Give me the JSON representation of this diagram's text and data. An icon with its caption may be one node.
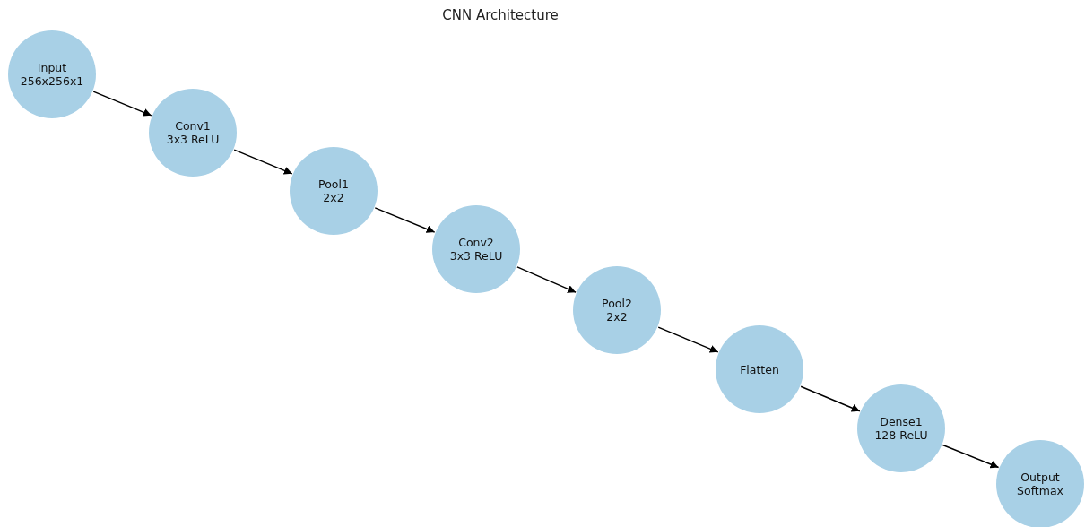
{
  "diagram": {
    "title": "CNN Architecture",
    "nodes": [
      {
        "text": [
          "Input",
          "256x256x1"
        ]
      },
      {
        "text": [
          "Conv1",
          "3x3 ReLU"
        ]
      },
      {
        "text": [
          "Pool1",
          "2x2"
        ]
      },
      {
        "text": [
          "Conv2",
          "3x3 ReLU"
        ]
      },
      {
        "text": [
          "Pool2",
          "2x2"
        ]
      },
      {
        "text": [
          "Flatten"
        ]
      },
      {
        "text": [
          "Dense1",
          "128 ReLU"
        ]
      },
      {
        "text": [
          "Output",
          "Softmax"
        ]
      }
    ],
    "edges": [
      {
        "from": 0,
        "to": 1,
        "arrow": "to"
      },
      {
        "from": 1,
        "to": 2,
        "arrow": "to"
      },
      {
        "from": 2,
        "to": 3,
        "arrow": "to"
      },
      {
        "from": 3,
        "to": 4,
        "arrow": "to"
      },
      {
        "from": 4,
        "to": 5,
        "arrow": "to"
      },
      {
        "from": 5,
        "to": 6,
        "arrow": "to"
      },
      {
        "from": 6,
        "to": 7,
        "arrow": "to"
      }
    ]
  }
}
